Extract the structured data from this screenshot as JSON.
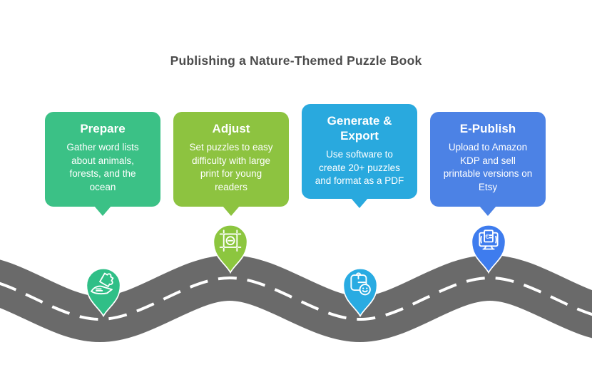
{
  "title": "Publishing a Nature-Themed Puzzle Book",
  "steps": [
    {
      "title": "Prepare",
      "description": "Gather word lists about animals, forests, and the ocean",
      "color": "#3bc186",
      "pin_color": "#30bf87",
      "icon": "hand-holding-puzzle-icon"
    },
    {
      "title": "Adjust",
      "description": "Set puzzles to easy difficulty with large print for young readers",
      "color": "#8dc340",
      "pin_color": "#8cc63f",
      "icon": "artboard-adjust-icon"
    },
    {
      "title": "Generate & Export",
      "description": "Use software to create 20+ puzzles and format as a PDF",
      "color": "#29a9de",
      "pin_color": "#29abe2",
      "icon": "puzzle-smiley-icon"
    },
    {
      "title": "E-Publish",
      "description": "Upload to Amazon KDP and sell printable versions on Etsy",
      "color": "#4c82e5",
      "pin_color": "#3e7cee",
      "icon": "monitor-euro-document-icon"
    }
  ],
  "road": {
    "color": "#6a6a6a",
    "centerline_color": "#ffffff"
  }
}
